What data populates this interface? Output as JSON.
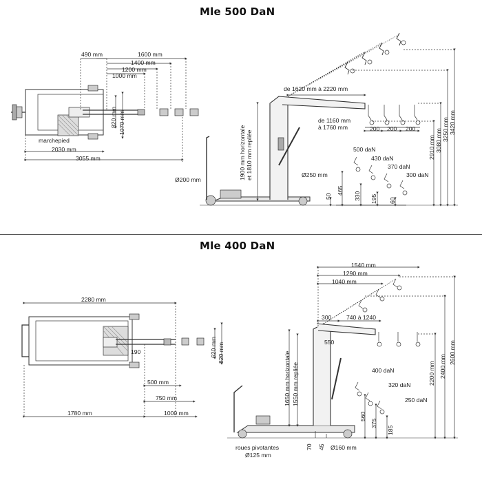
{
  "top": {
    "title": "Mle 500 DaN",
    "plan": {
      "d490": "490 mm",
      "d1600": "1600 mm",
      "d1400": "1400 mm",
      "d1200": "1200 mm",
      "d1000": "1000 mm",
      "d820": "820 mm",
      "d1070": "1070 mm",
      "marchepied": "marchepied",
      "d2030": "2030 mm",
      "d3055": "3055 mm"
    },
    "side": {
      "reach_h": "de 1620 mm à 2220 mm",
      "reach_fold": "de 1160 mm",
      "reach_fold2": "à 1760 mm",
      "s200a": "200",
      "s200b": "200",
      "s200c": "200",
      "mast1": "1900 mm horizontale",
      "mast2": "et 1810 mm repliée",
      "wheel": "Ø200 mm",
      "wheel2": "Ø250 mm",
      "load500": "500 daN",
      "load430": "430 daN",
      "load370": "370 daN",
      "load300": "300 daN",
      "h50": "50",
      "h465": "465",
      "h330": "330",
      "h195": "195",
      "h60": "60",
      "h2910": "2910 mm",
      "h3080": "3080 mm",
      "h3250": "3250 mm",
      "h3420": "3420 mm"
    }
  },
  "bottom": {
    "title": "Mle 400 DaN",
    "plan": {
      "d2280": "2280 mm",
      "d190": "190",
      "d620": "620 mm",
      "d820": "820 mm",
      "d500": "500 mm",
      "d750": "750 mm",
      "d1780": "1780 mm",
      "d1000": "1000 mm"
    },
    "side": {
      "d1540": "1540 mm",
      "d1290": "1290 mm",
      "d1040": "1040 mm",
      "d300": "300",
      "d740": "740 à 1240",
      "d550": "550",
      "mast1": "1650 mm horizontale",
      "mast2": "1550 mm repliée",
      "load400": "400 daN",
      "load320": "320 daN",
      "load250": "250 daN",
      "h2200": "2200 mm",
      "h2400": "2400 mm",
      "h2600": "2600 mm",
      "h560": "560",
      "h375": "375",
      "h185": "185",
      "h70": "70",
      "h45": "45",
      "wheel": "Ø160 mm",
      "roues": "roues pivotantes",
      "roues2": "Ø125 mm"
    }
  }
}
